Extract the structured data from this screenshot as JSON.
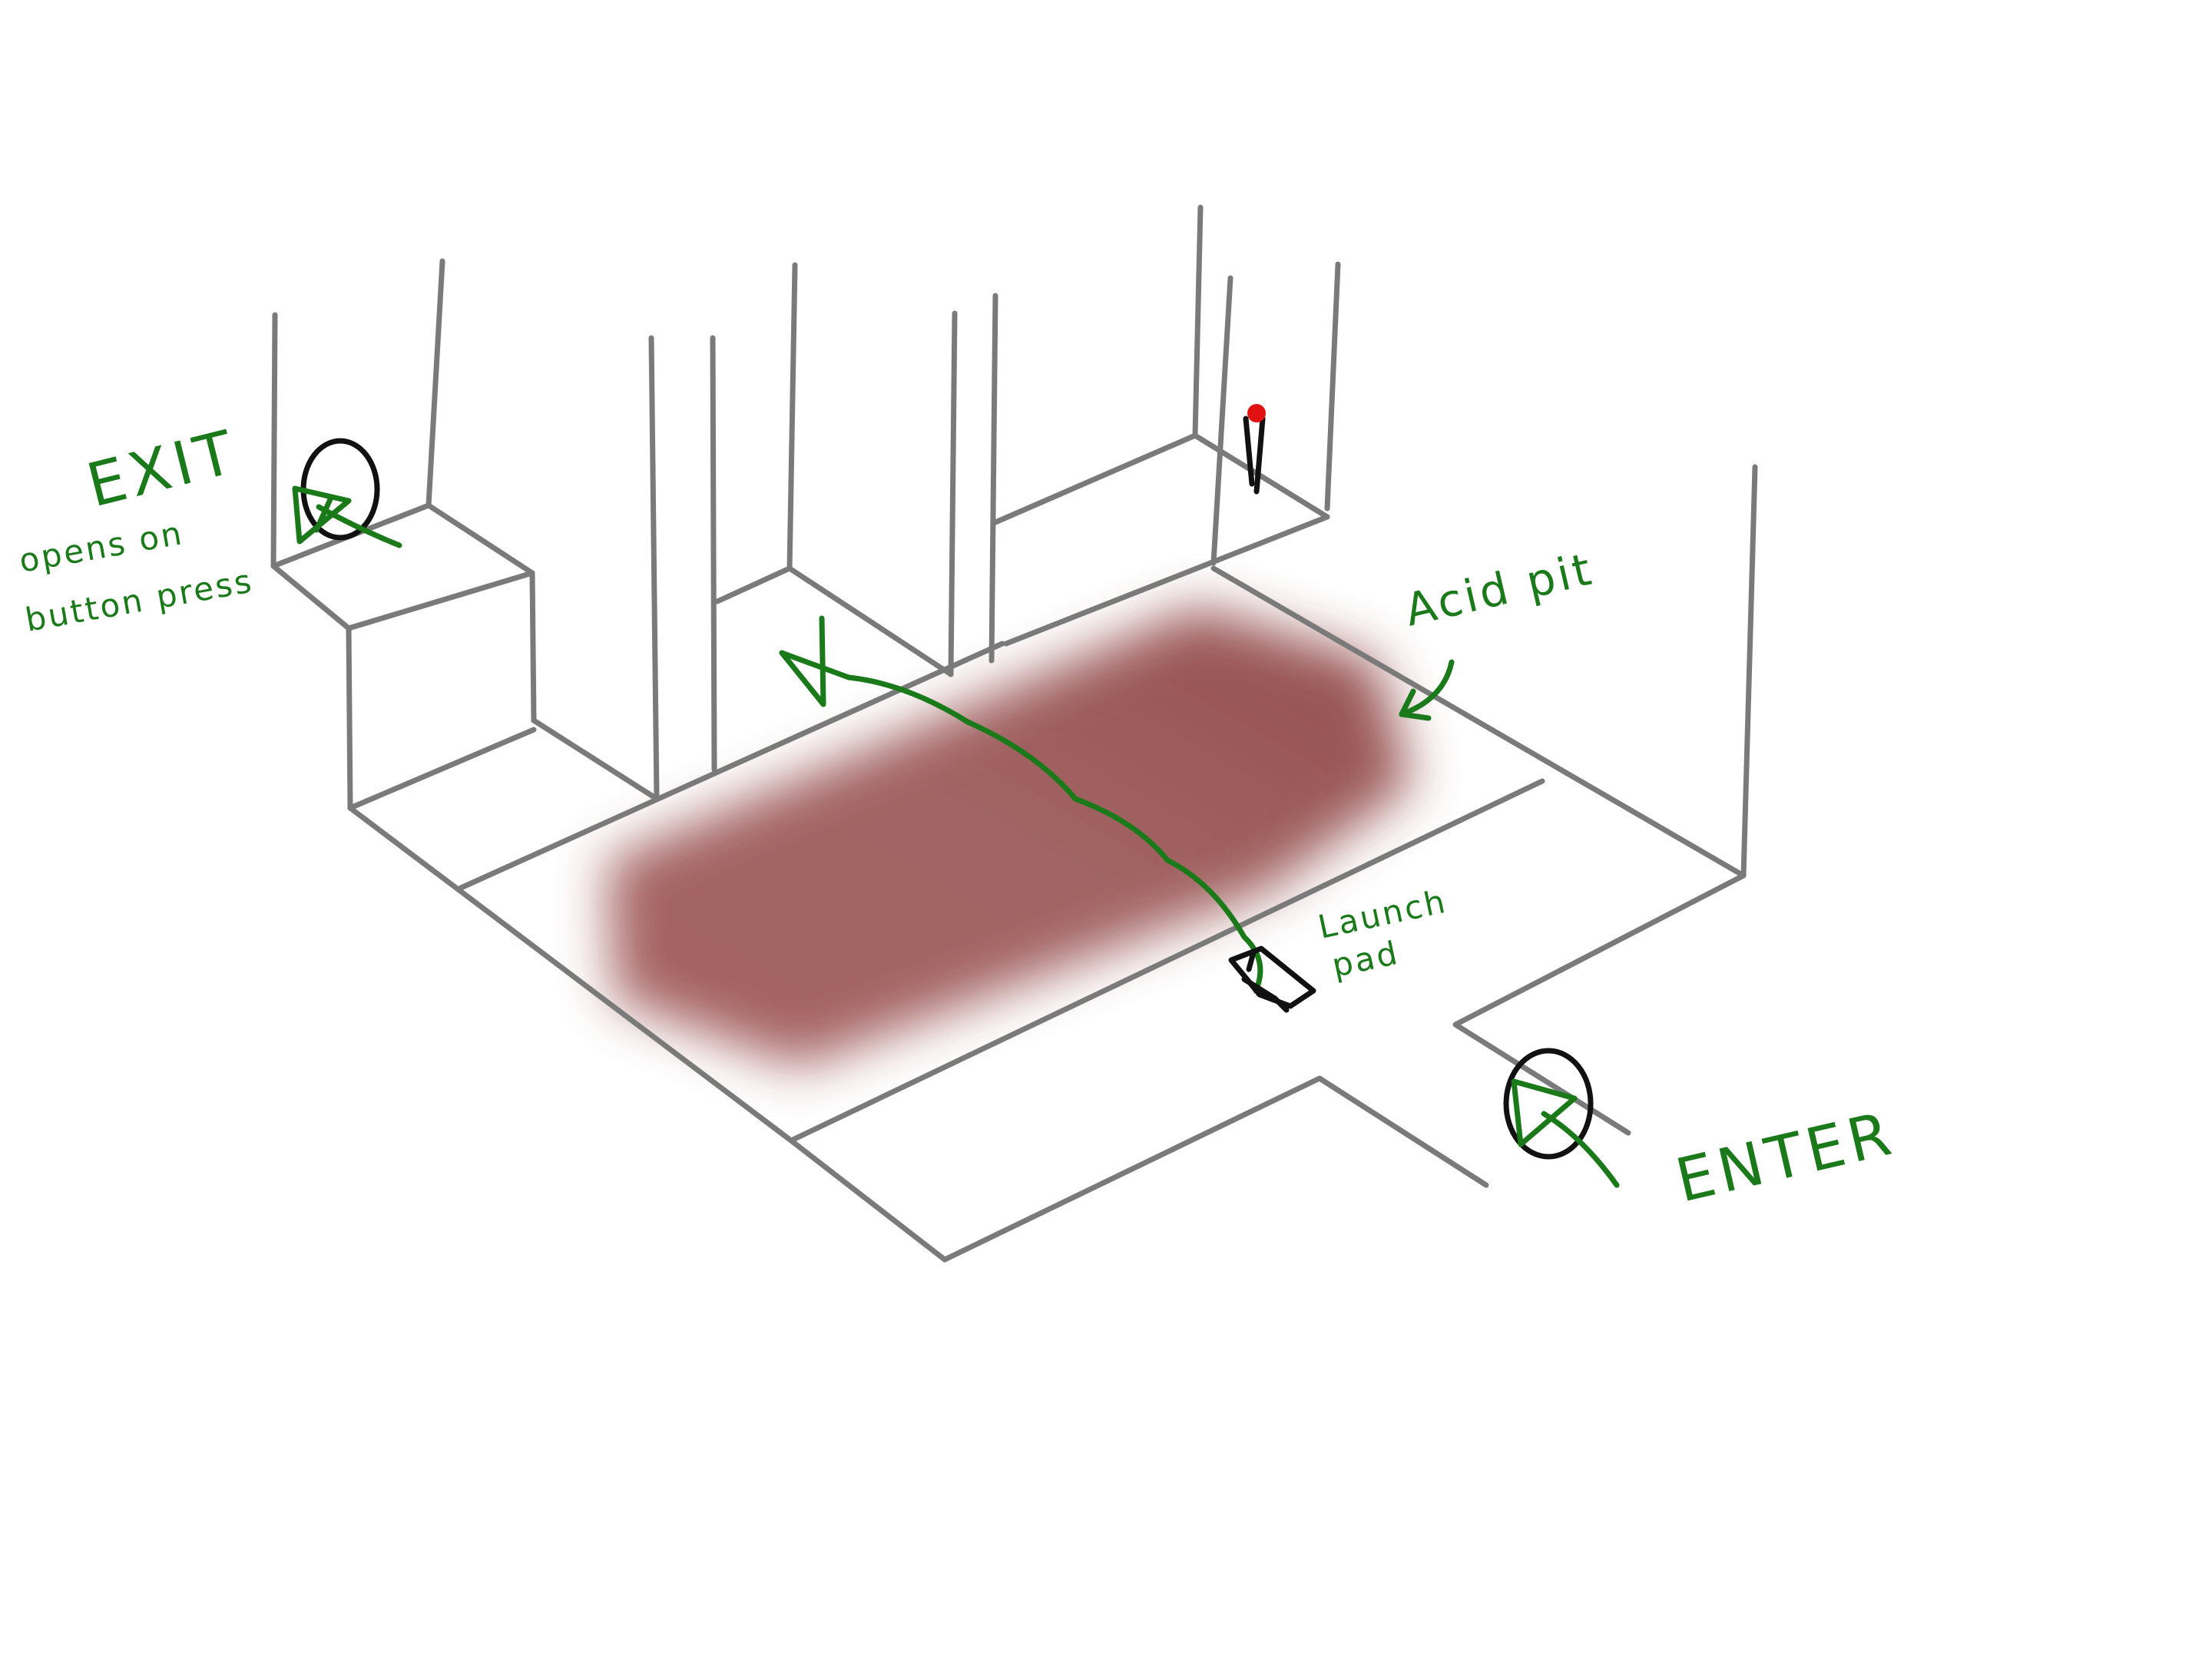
{
  "labels": {
    "exit": "EXIT",
    "exit_note_line1": "opens on",
    "exit_note_line2": "button press",
    "acid_pit": "Acid pit",
    "launch_pad_line1": "Launch",
    "launch_pad_line2": "pad",
    "enter": "ENTER"
  },
  "colors": {
    "wall": "#7a7a7a",
    "annotation": "#1a7a1a",
    "acid": "#9a4b4b",
    "button_light": "#e11111"
  },
  "icons": {
    "exit_marker": "player-view-cone-icon",
    "enter_marker": "player-view-cone-icon",
    "launch_pad": "launch-pad-icon",
    "button": "button-switch-icon"
  }
}
